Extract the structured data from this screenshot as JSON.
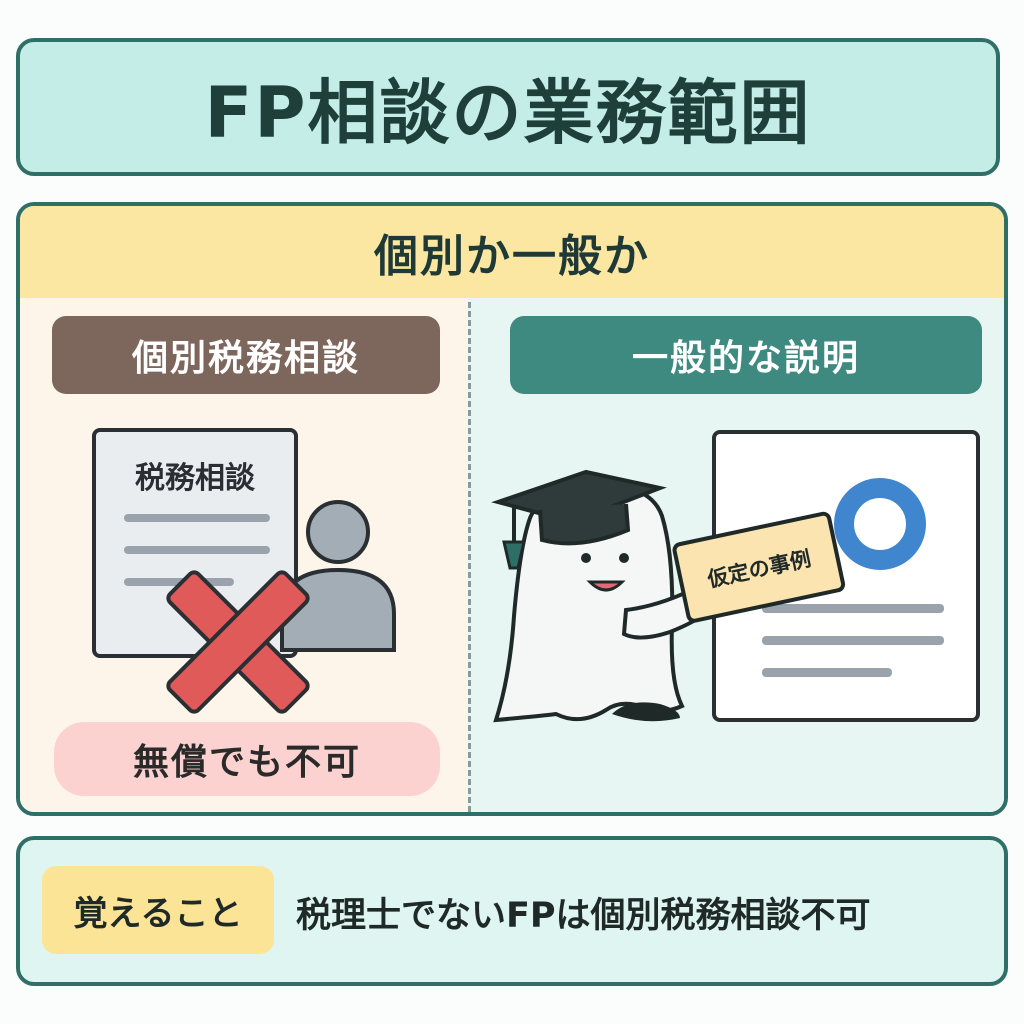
{
  "title": "FP相談の業務範囲",
  "section": {
    "header": "個別か一般か",
    "left": {
      "label": "個別税務相談",
      "doc_title": "税務相談",
      "verdict": "無償でも不可"
    },
    "right": {
      "label": "一般的な説明",
      "card_text": "仮定の事例"
    }
  },
  "memo": {
    "label": "覚えること",
    "text": "税理士でないFPは個別税務相談不可"
  },
  "colors": {
    "frame": "#2f6f68",
    "title_bg": "#c5ede8",
    "header_bg": "#fbe6a2",
    "left_pill": "#7d665c",
    "right_pill": "#3e8a80",
    "ng_bg": "#fbd2d0",
    "cross": "#e05a5a",
    "check_circle": "#3f86cf",
    "memo_badge": "#fbe495"
  },
  "icons": {
    "cross": "red-cross-icon",
    "circle": "blue-circle-ok-icon",
    "person": "person-silhouette-icon",
    "mascot": "ghost-graduate-mascot"
  }
}
